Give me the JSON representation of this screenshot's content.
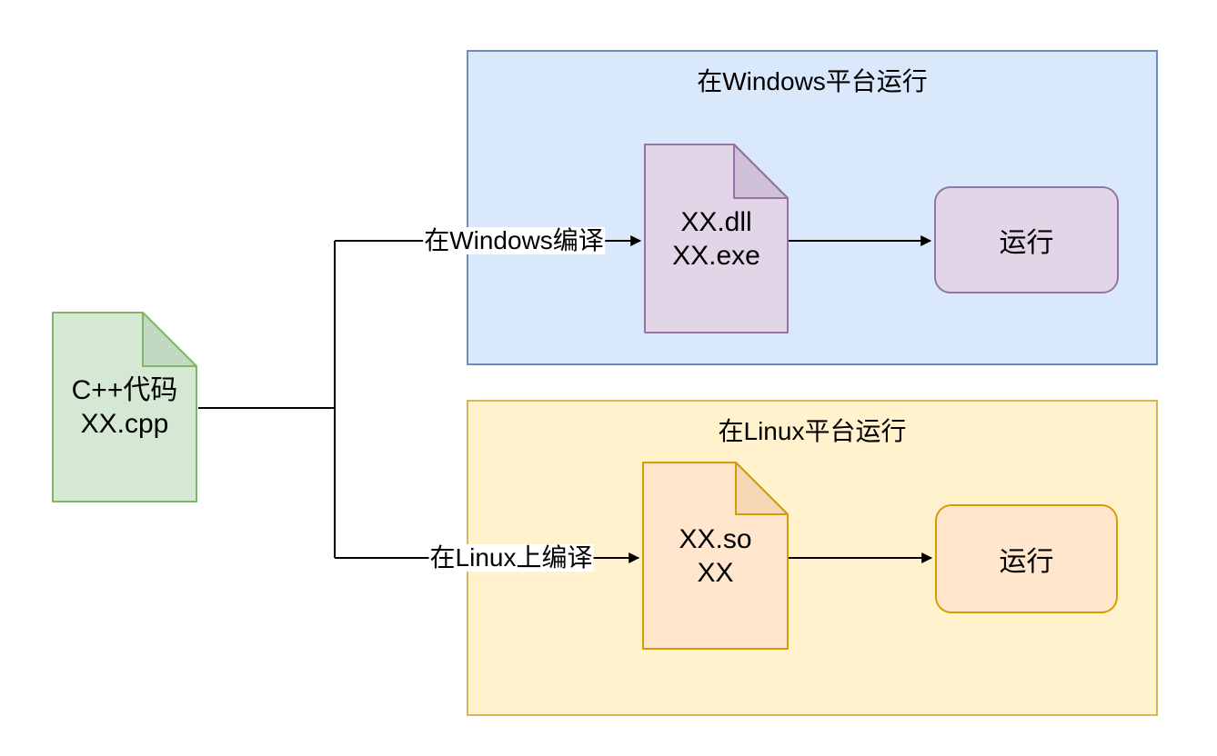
{
  "source_doc": {
    "line1": "C++代码",
    "line2": "XX.cpp"
  },
  "windows": {
    "container_title": "在Windows平台运行",
    "compile_label": "在Windows编译",
    "artifact_line1": "XX.dll",
    "artifact_line2": "XX.exe",
    "run_label": "运行"
  },
  "linux": {
    "container_title": "在Linux平台运行",
    "compile_label": "在Linux上编译",
    "artifact_line1": "XX.so",
    "artifact_line2": "XX",
    "run_label": "运行"
  },
  "colors": {
    "source_doc_fill": "#d5e8d4",
    "source_doc_stroke": "#82b366",
    "source_doc_fold": "#c2d9c1",
    "windows_container_fill": "#dae8fc",
    "windows_container_stroke": "#6c8ebf",
    "windows_artifact_fill": "#e1d5e7",
    "windows_artifact_stroke": "#9673a6",
    "windows_artifact_fold": "#d0c1d9",
    "linux_container_fill": "#fff2cc",
    "linux_container_stroke": "#d6b656",
    "linux_artifact_fill": "#ffe6cc",
    "linux_artifact_stroke": "#d79b00",
    "linux_artifact_fold": "#f4d7b3",
    "connector": "#000000",
    "text": "#000000",
    "background": "#ffffff"
  }
}
